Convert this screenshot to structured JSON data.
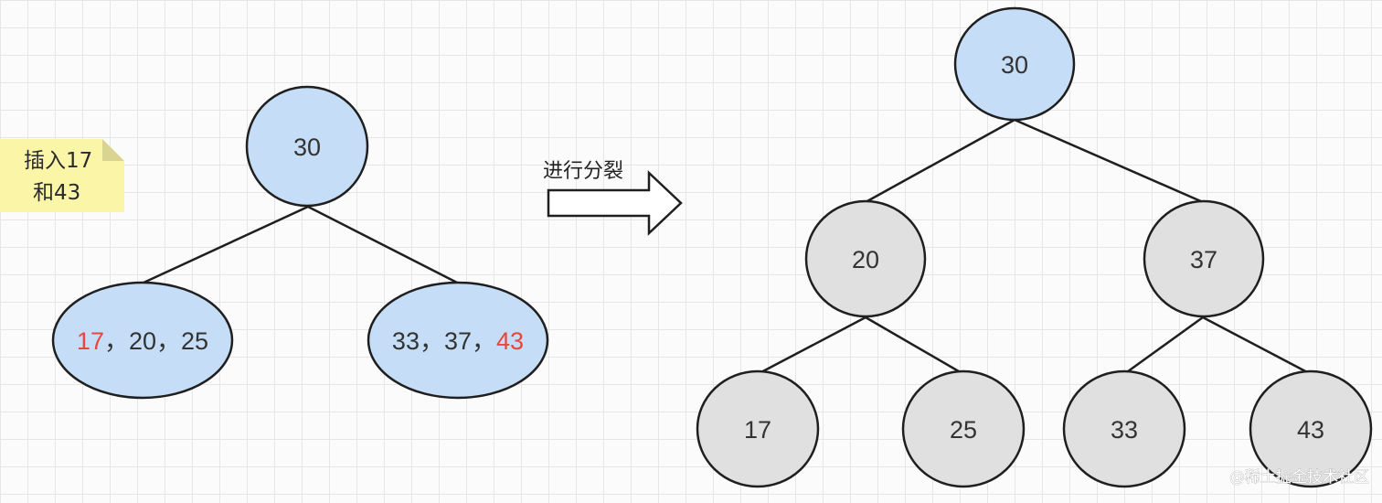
{
  "colors": {
    "node_blue": "#c5ddf6",
    "node_gray": "#e0e0e0",
    "outline": "#1f1f1f",
    "text_default": "#333333",
    "text_highlight": "#e8473b",
    "note_background": "#fbf5a8",
    "note_fold": "#d9d48f"
  },
  "note": {
    "lines": [
      "插入17",
      "和43"
    ]
  },
  "arrow": {
    "label": "进行分裂"
  },
  "before_tree": {
    "root": {
      "keys": [
        {
          "text": "30",
          "highlight": false
        }
      ]
    },
    "left": {
      "keys": [
        {
          "text": "17",
          "highlight": true
        },
        {
          "text": "，",
          "highlight": false
        },
        {
          "text": "20",
          "highlight": false
        },
        {
          "text": "，",
          "highlight": false
        },
        {
          "text": "25",
          "highlight": false
        }
      ]
    },
    "right": {
      "keys": [
        {
          "text": "33",
          "highlight": false
        },
        {
          "text": "，",
          "highlight": false
        },
        {
          "text": "37",
          "highlight": false
        },
        {
          "text": "，",
          "highlight": false
        },
        {
          "text": "43",
          "highlight": true
        }
      ]
    }
  },
  "after_tree": {
    "root": {
      "text": "30",
      "highlight": false,
      "fill": "blue"
    },
    "level1": [
      {
        "text": "20",
        "highlight": false,
        "fill": "gray"
      },
      {
        "text": "37",
        "highlight": false,
        "fill": "gray"
      }
    ],
    "level2": [
      {
        "text": "17",
        "highlight": true,
        "fill": "gray"
      },
      {
        "text": "25",
        "highlight": false,
        "fill": "gray"
      },
      {
        "text": "33",
        "highlight": false,
        "fill": "gray"
      },
      {
        "text": "43",
        "highlight": true,
        "fill": "gray"
      }
    ]
  },
  "watermark": {
    "text": "@稀土掘金技术社区"
  }
}
